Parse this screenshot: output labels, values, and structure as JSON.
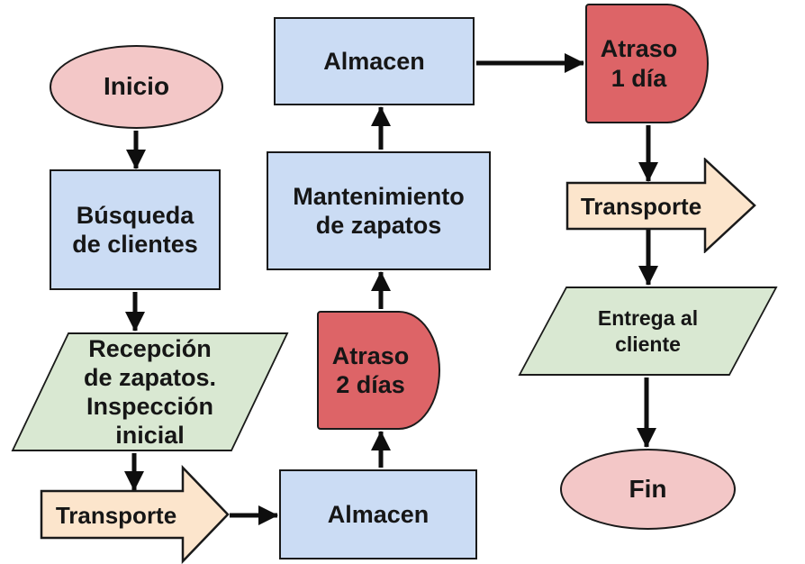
{
  "diagram": {
    "colors": {
      "canvas-bg": "#ffffff",
      "node-pink": "#f3c7c7",
      "node-blue": "#cbdcf4",
      "node-green": "#d9e8d2",
      "node-orange": "#fce5cc",
      "node-red": "#dd6467",
      "border-ink": "#1a1a1a",
      "connector": "#0e0e0e"
    },
    "nodes": {
      "inicio": {
        "type": "terminator",
        "label": "Inicio"
      },
      "busqueda": {
        "type": "process",
        "label": "Búsqueda\nde clientes"
      },
      "recepcion": {
        "type": "input-output",
        "label": "Recepción\nde zapatos.\nInspección\ninicial"
      },
      "transporte1": {
        "type": "transport-arrow",
        "label": "Transporte"
      },
      "almacen_bajo": {
        "type": "process",
        "label": "Almacen"
      },
      "atraso2": {
        "type": "delay",
        "label": "Atraso\n2 días"
      },
      "mantenimiento": {
        "type": "process",
        "label": "Mantenimiento\nde zapatos"
      },
      "almacen_alto": {
        "type": "process",
        "label": "Almacen"
      },
      "atraso1": {
        "type": "delay",
        "label": "Atraso\n1 día"
      },
      "transporte2": {
        "type": "transport-arrow",
        "label": "Transporte"
      },
      "entrega": {
        "type": "input-output",
        "label": "Entrega al\ncliente"
      },
      "fin": {
        "type": "terminator",
        "label": "Fin"
      }
    }
  }
}
